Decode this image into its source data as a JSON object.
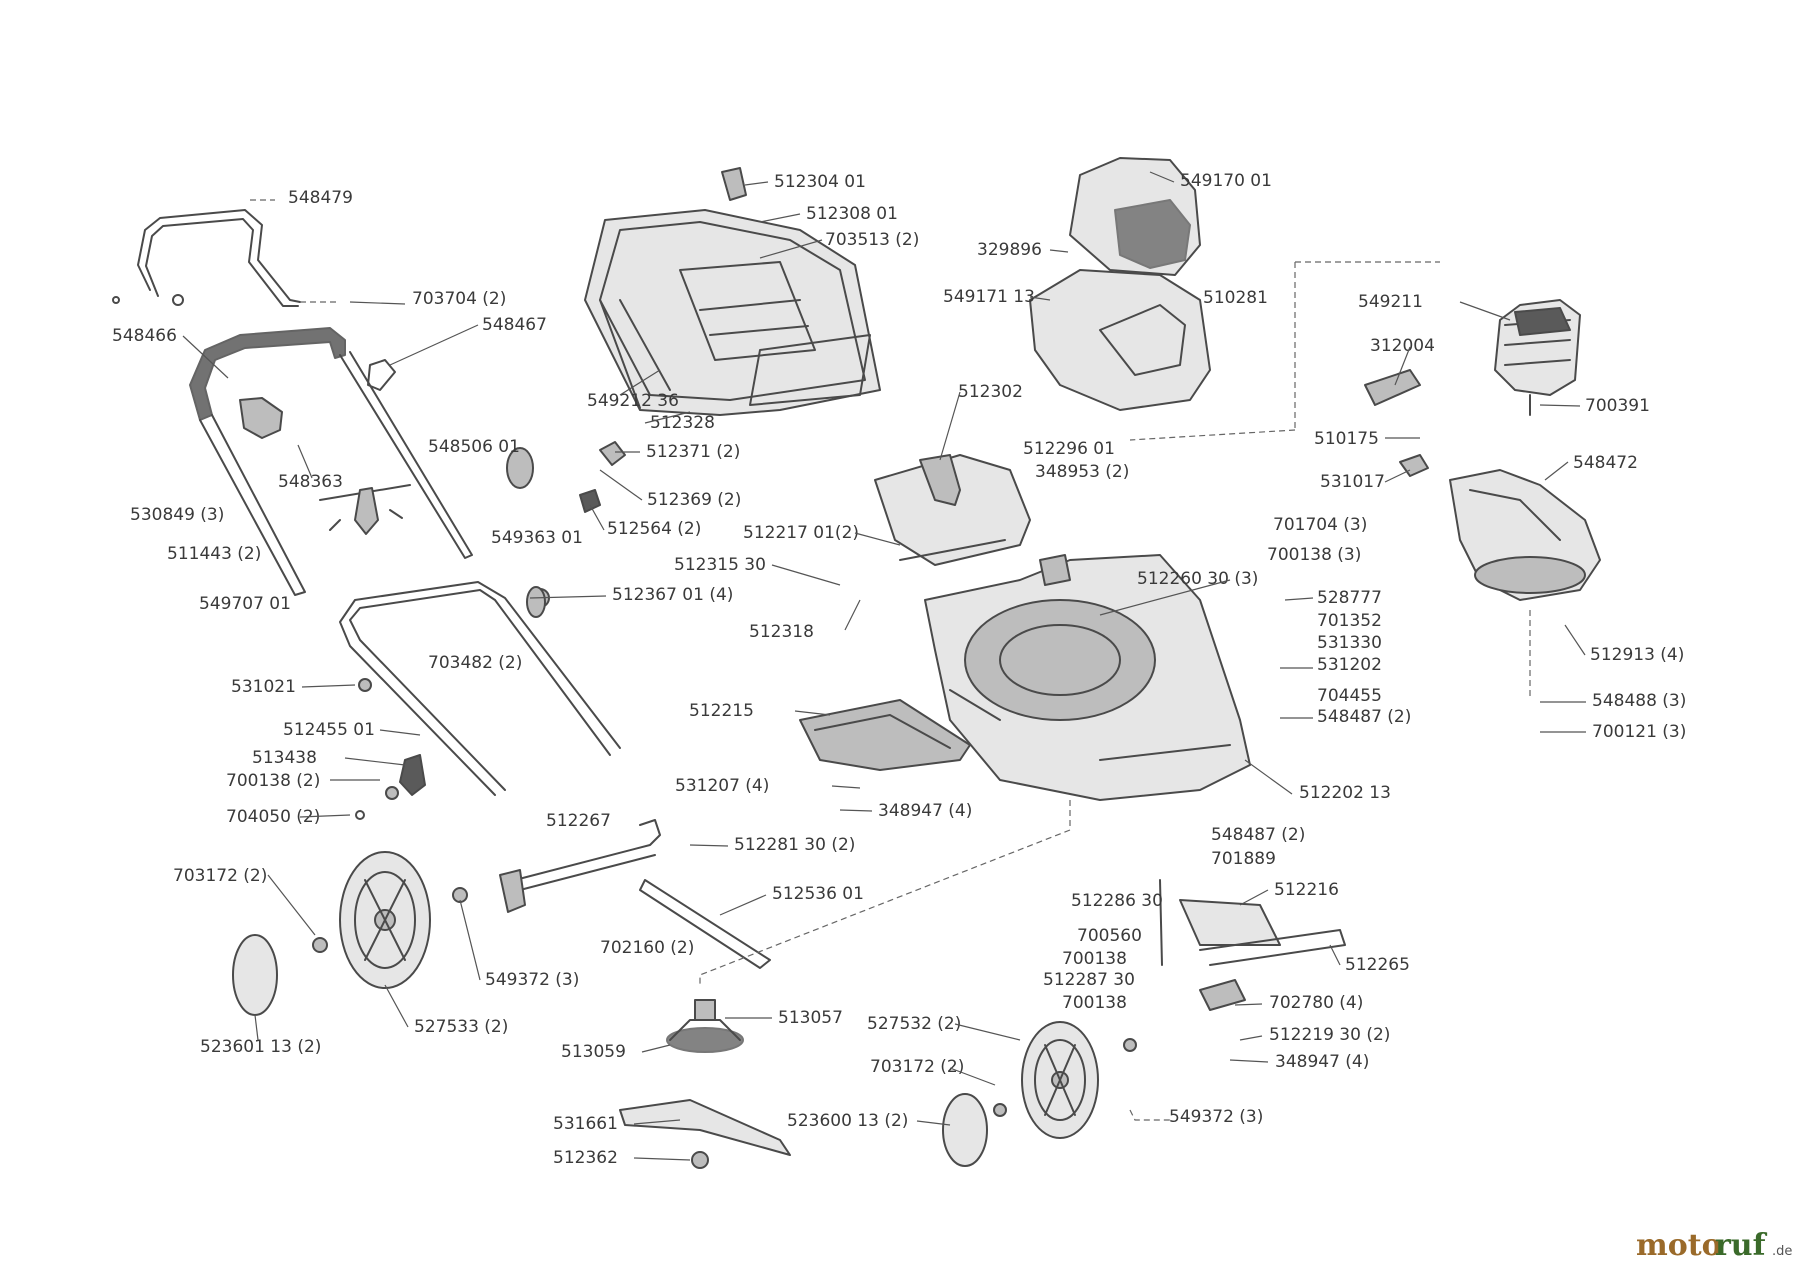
{
  "labels": [
    "548479",
    "703704 (2)",
    "548466",
    "548467",
    "548363",
    "530849 (3)",
    "511443 (2)",
    "549707 01",
    "549363 01",
    "512304 01",
    "512308 01",
    "703513 (2)",
    "549212 36",
    "512328",
    "548506 01",
    "512371 (2)",
    "512369 (2)",
    "512564 (2)",
    "512367 01 (4)",
    "703482 (2)",
    "531021",
    "512455 01",
    "513438",
    "700138 (2)",
    "704050 (2)",
    "512267",
    "512281 30 (2)",
    "703172 (2)",
    "549372 (3)",
    "512536 01",
    "702160 (2)",
    "527533 (2)",
    "523601 13 (2)",
    "549170 01",
    "329896",
    "549171 13",
    "510281",
    "512302",
    "512296 01",
    "348953 (2)",
    "512217 01(2)",
    "512315 30",
    "512318",
    "512215",
    "512260 30 (3)",
    "528777",
    "701352",
    "531330",
    "531202",
    "704455",
    "548487 (2)",
    "531207 (4)",
    "348947 (4)",
    "512202 13",
    "549211",
    "312004",
    "700391",
    "510175",
    "531017",
    "548472",
    "701704 (3)",
    "700138 (3)",
    "512913 (4)",
    "548488 (3)",
    "700121 (3)",
    "548487 (2)",
    "701889",
    "512216",
    "512286 30",
    "700560",
    "700138",
    "512265",
    "512287 30",
    "700138",
    "702780 (4)",
    "512219 30 (2)",
    "348947 (4)",
    "527532 (2)",
    "703172 (2)",
    "523600 13 (2)",
    "549372 (3)",
    "513057",
    "513059",
    "531661",
    "512362"
  ],
  "watermark": {
    "part1": "moto",
    "part2": "ruf",
    "suffix": ".de"
  }
}
